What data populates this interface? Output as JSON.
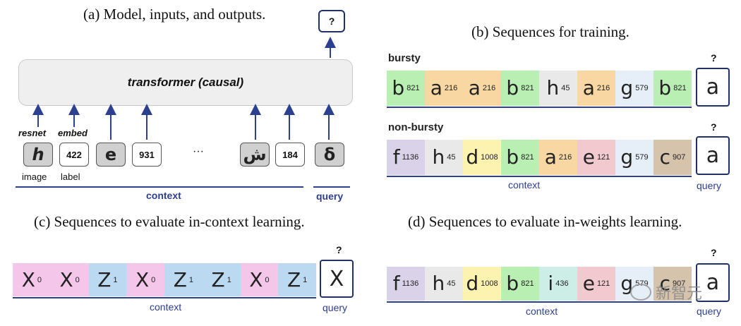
{
  "colors": {
    "green": "#b9efb3",
    "purple": "#d9d2e9",
    "gray": "#e9e9e9",
    "yellow": "#fdf3b0",
    "orange": "#f8d7a3",
    "lightblue": "#e6eef7",
    "brown": "#d6c3ac",
    "pink": "#f1c9cf",
    "teal": "#cceee6",
    "violet": "#f3c6ea",
    "blue": "#bcd9f2",
    "accent": "#2d3f8f"
  },
  "panel_a": {
    "title": "(a) Model, inputs, and outputs.",
    "transformer_label": "transformer (causal)",
    "output_label": "?",
    "resnet_label": "resnet",
    "embed_label": "embed",
    "tokens": [
      {
        "kind": "image",
        "glyph": "ℎ"
      },
      {
        "kind": "label",
        "text": "422"
      },
      {
        "kind": "image",
        "glyph": "e"
      },
      {
        "kind": "label",
        "text": "931"
      },
      {
        "kind": "image",
        "glyph": "ش"
      },
      {
        "kind": "label",
        "text": "184"
      },
      {
        "kind": "image",
        "glyph": "δ"
      }
    ],
    "ellipsis": "···",
    "image_caption": "image",
    "label_caption": "label",
    "context_label": "context",
    "query_label": "query"
  },
  "panel_b": {
    "title": "(b) Sequences for training.",
    "bursty_label": "bursty",
    "nonbursty_label": "non-bursty",
    "qmark": "?",
    "bursty": [
      {
        "g": "b",
        "n": "821",
        "c": "green"
      },
      {
        "g": "a",
        "n": "216",
        "c": "orange"
      },
      {
        "g": "a",
        "n": "216",
        "c": "orange"
      },
      {
        "g": "b",
        "n": "821",
        "c": "green"
      },
      {
        "g": "h",
        "n": "45",
        "c": "gray"
      },
      {
        "g": "a",
        "n": "216",
        "c": "orange"
      },
      {
        "g": "g",
        "n": "579",
        "c": "lightblue"
      },
      {
        "g": "b",
        "n": "821",
        "c": "green"
      }
    ],
    "nonbursty": [
      {
        "g": "f",
        "n": "1136",
        "c": "purple"
      },
      {
        "g": "h",
        "n": "45",
        "c": "gray"
      },
      {
        "g": "d",
        "n": "1008",
        "c": "yellow"
      },
      {
        "g": "b",
        "n": "821",
        "c": "green"
      },
      {
        "g": "a",
        "n": "216",
        "c": "orange"
      },
      {
        "g": "e",
        "n": "121",
        "c": "pink"
      },
      {
        "g": "g",
        "n": "579",
        "c": "lightblue"
      },
      {
        "g": "c",
        "n": "907",
        "c": "brown"
      }
    ],
    "query_glyph": "a",
    "context_label": "context",
    "query_label": "query"
  },
  "panel_c": {
    "title": "(c) Sequences to evaluate in-context learning.",
    "qmark": "?",
    "cells": [
      {
        "g": "X",
        "n": "0",
        "c": "violet"
      },
      {
        "g": "X",
        "n": "0",
        "c": "violet"
      },
      {
        "g": "Z",
        "n": "1",
        "c": "blue"
      },
      {
        "g": "X",
        "n": "0",
        "c": "violet"
      },
      {
        "g": "Z",
        "n": "1",
        "c": "blue"
      },
      {
        "g": "Z",
        "n": "1",
        "c": "blue"
      },
      {
        "g": "X",
        "n": "0",
        "c": "violet"
      },
      {
        "g": "Z",
        "n": "1",
        "c": "blue"
      }
    ],
    "query_glyph": "X",
    "context_label": "context",
    "query_label": "query"
  },
  "panel_d": {
    "title": "(d) Sequences to evaluate in-weights learning.",
    "qmark": "?",
    "cells": [
      {
        "g": "f",
        "n": "1136",
        "c": "purple"
      },
      {
        "g": "h",
        "n": "45",
        "c": "gray"
      },
      {
        "g": "d",
        "n": "1008",
        "c": "yellow"
      },
      {
        "g": "b",
        "n": "821",
        "c": "green"
      },
      {
        "g": "i",
        "n": "436",
        "c": "teal"
      },
      {
        "g": "e",
        "n": "121",
        "c": "pink"
      },
      {
        "g": "g",
        "n": "579",
        "c": "lightblue"
      },
      {
        "g": "c",
        "n": "907",
        "c": "brown"
      }
    ],
    "query_glyph": "a",
    "context_label": "context",
    "query_label": "query",
    "watermark": "新智元"
  }
}
